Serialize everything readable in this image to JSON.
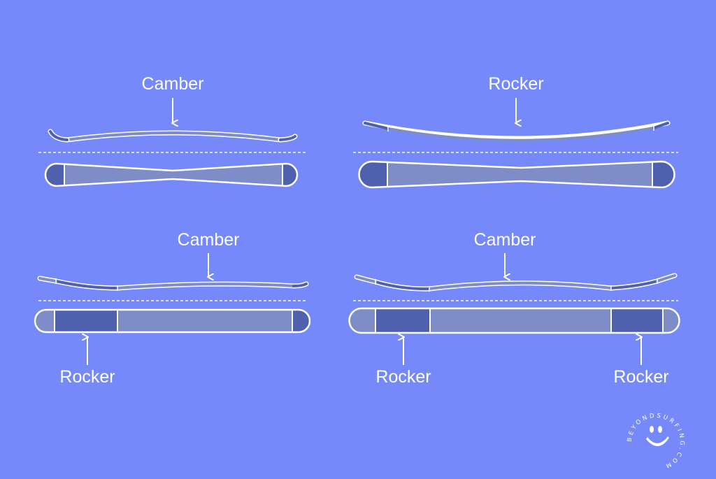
{
  "colors": {
    "background": "#7589fa",
    "camber_fill": "#7e8cc8",
    "rocker_fill": "#4f61ae",
    "rocker_light_fill": "#7e8cc8",
    "outline": "#ffffff"
  },
  "panels": [
    {
      "id": "full-camber",
      "top_labels": [
        "Camber"
      ],
      "bottom_labels": []
    },
    {
      "id": "full-rocker",
      "top_labels": [
        "Rocker"
      ],
      "bottom_labels": []
    },
    {
      "id": "rocker-camber",
      "top_labels": [
        "Camber"
      ],
      "bottom_labels": [
        "Rocker"
      ]
    },
    {
      "id": "rocker-camber-rocker",
      "top_labels": [
        "Camber"
      ],
      "bottom_labels": [
        "Rocker",
        "Rocker"
      ]
    }
  ],
  "logo": {
    "icon": "smiley-surfboard-logo",
    "text": "BEYONDSURFING.COM"
  }
}
